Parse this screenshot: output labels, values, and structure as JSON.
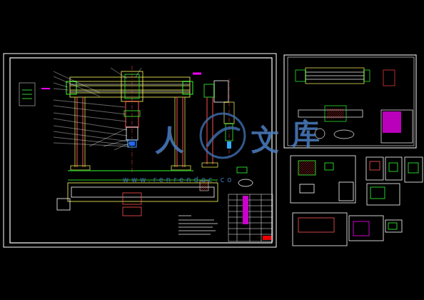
{
  "diagram": {
    "labels": [
      "人",
      "文",
      "库",
      "www.renrendoc.co"
    ]
  }
}
